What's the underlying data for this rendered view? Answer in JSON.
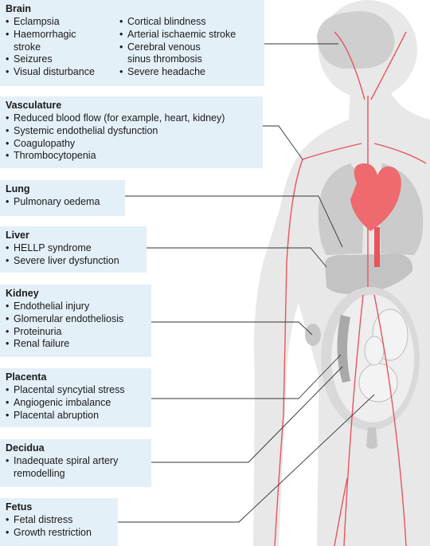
{
  "sections": {
    "brain": {
      "title": "Brain",
      "left_items": [
        [
          "Eclampsia"
        ],
        [
          "Haemorrhagic",
          "stroke"
        ],
        [
          "Seizures"
        ],
        [
          "Visual disturbance"
        ]
      ],
      "right_items": [
        [
          "Cortical blindness"
        ],
        [
          "Arterial ischaemic stroke"
        ],
        [
          "Cerebral venous",
          "sinus thrombosis"
        ],
        [
          "Severe headache"
        ]
      ]
    },
    "vasculature": {
      "title": "Vasculature",
      "items": [
        "Reduced blood flow (for example, heart, kidney)",
        "Systemic endothelial dysfunction",
        "Coagulopathy",
        "Thrombocytopenia"
      ]
    },
    "lung": {
      "title": "Lung",
      "items": [
        "Pulmonary oedema"
      ]
    },
    "liver": {
      "title": "Liver",
      "items": [
        "HELLP syndrome",
        "Severe liver dysfunction"
      ]
    },
    "kidney": {
      "title": "Kidney",
      "items": [
        "Endothelial injury",
        "Glomerular endotheliosis",
        "Proteinuria",
        "Renal failure"
      ]
    },
    "placenta": {
      "title": "Placenta",
      "items": [
        "Placental syncytial stress",
        "Angiogenic imbalance",
        "Placental abruption"
      ]
    },
    "decidua": {
      "title": "Decidua",
      "items": [
        [
          "Inadequate spiral artery",
          "remodelling"
        ]
      ]
    },
    "fetus": {
      "title": "Fetus",
      "items": [
        "Fetal distress",
        "Growth restriction"
      ]
    }
  },
  "colors": {
    "box_bg": "#e4f0f8",
    "body_silhouette": "#e6e6e6",
    "organ_grey": "#c9c9c9",
    "artery_red": "#e8545c",
    "heart_red": "#ee6a6e",
    "leader_line": "#333333"
  }
}
